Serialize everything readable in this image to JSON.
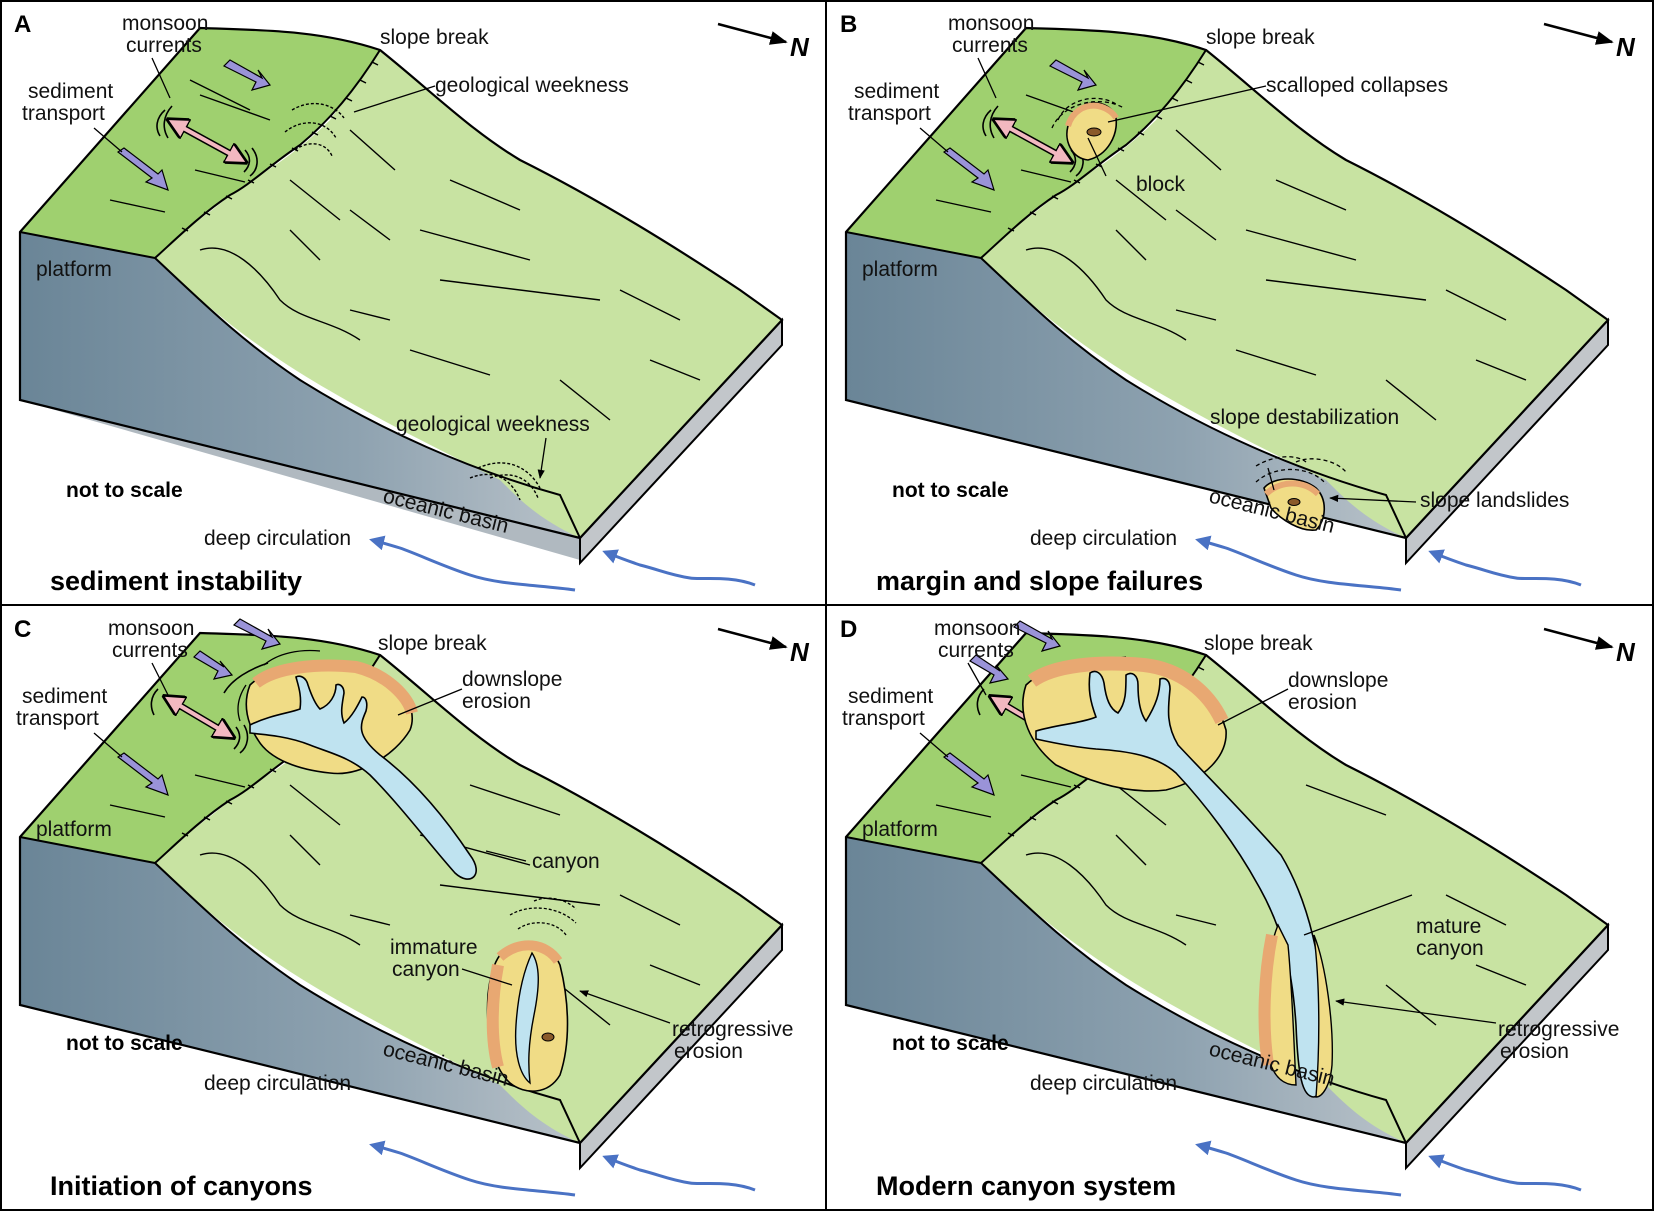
{
  "colors": {
    "platform_top": "#9fd06f",
    "slope_top": "#c8e3a2",
    "block_front": "#6e8a9c",
    "block_side": "#c0c4c8",
    "water_blue": "#4a72c4",
    "canyon": "#bfe3f0",
    "collapse_fill": "#f0dc86",
    "collapse_rim": "#e8a872",
    "arrow_purple": "#9a93d8",
    "arrow_pink": "#f2b8c0"
  },
  "north_symbol": "N",
  "panels": [
    {
      "letter": "A",
      "caption": "sediment instability",
      "labels": {
        "monsoon": [
          "monsoon",
          "currents"
        ],
        "sediment": [
          "sediment",
          "transport"
        ],
        "slope_break": "slope break",
        "platform": "platform",
        "not_to_scale": "not to scale",
        "deep_circulation": "deep circulation",
        "oceanic_basin": "oceanic basin",
        "upper_feature": [
          "geological weekness"
        ],
        "lower_feature": [
          "geological weekness"
        ]
      }
    },
    {
      "letter": "B",
      "caption": "margin and slope failures",
      "labels": {
        "monsoon": [
          "monsoon",
          "currents"
        ],
        "sediment": [
          "sediment",
          "transport"
        ],
        "slope_break": "slope break",
        "platform": "platform",
        "not_to_scale": "not to scale",
        "deep_circulation": "deep circulation",
        "oceanic_basin": "oceanic basin",
        "upper_feature": [
          "scalloped collapses"
        ],
        "block": "block",
        "lower_feature": [
          "slope destabilization"
        ],
        "lower_feature_2": [
          "slope landslides"
        ]
      }
    },
    {
      "letter": "C",
      "caption": "Initiation of canyons",
      "labels": {
        "monsoon": [
          "monsoon",
          "currents"
        ],
        "sediment": [
          "sediment",
          "transport"
        ],
        "slope_break": "slope break",
        "platform": "platform",
        "not_to_scale": "not to scale",
        "deep_circulation": "deep circulation",
        "oceanic_basin": "oceanic basin",
        "upper_feature": [
          "downslope",
          "erosion"
        ],
        "canyon": "canyon",
        "lower_feature": [
          "immature",
          "canyon"
        ],
        "lower_feature_2": [
          "retrogressive",
          "erosion"
        ]
      }
    },
    {
      "letter": "D",
      "caption": "Modern canyon system",
      "labels": {
        "monsoon": [
          "monsoon",
          "currents"
        ],
        "sediment": [
          "sediment",
          "transport"
        ],
        "slope_break": "slope break",
        "platform": "platform",
        "not_to_scale": "not to scale",
        "deep_circulation": "deep circulation",
        "oceanic_basin": "oceanic basin",
        "upper_feature": [
          "downslope",
          "erosion"
        ],
        "canyon": [
          "mature",
          "canyon"
        ],
        "lower_feature_2": [
          "retrogressive",
          "erosion"
        ]
      }
    }
  ]
}
